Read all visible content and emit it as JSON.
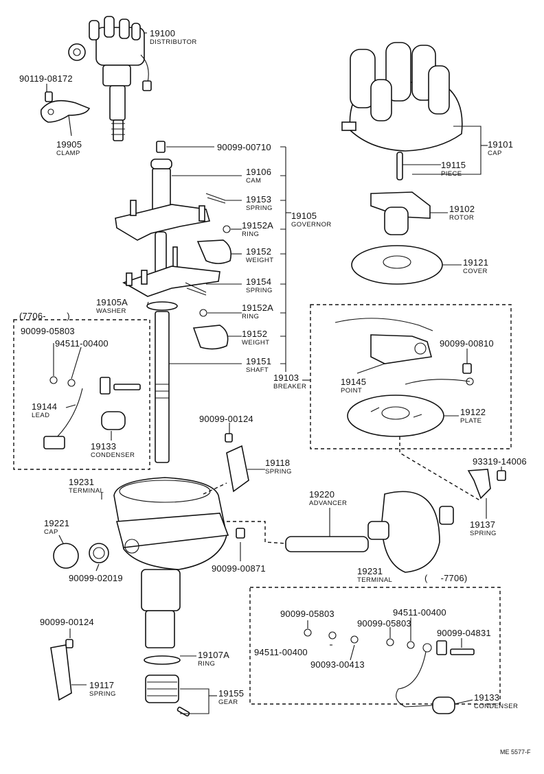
{
  "labels": [
    {
      "id": "l19100",
      "pn": "19100",
      "nm": "DISTRIBUTOR"
    },
    {
      "id": "l90119",
      "pn": "90119-08172",
      "nm": ""
    },
    {
      "id": "l19905",
      "pn": "19905",
      "nm": "CLAMP"
    },
    {
      "id": "l00710",
      "pn": "90099-00710",
      "nm": ""
    },
    {
      "id": "l19106",
      "pn": "19106",
      "nm": "CAM"
    },
    {
      "id": "l19153",
      "pn": "19153",
      "nm": "SPRING"
    },
    {
      "id": "l19105",
      "pn": "19105",
      "nm": "GOVERNOR"
    },
    {
      "id": "l19152a1",
      "pn": "19152A",
      "nm": "RING"
    },
    {
      "id": "l19152w1",
      "pn": "19152",
      "nm": "WEIGHT"
    },
    {
      "id": "l19154",
      "pn": "19154",
      "nm": "SPRING"
    },
    {
      "id": "l19105a",
      "pn": "19105A",
      "nm": "WASHER"
    },
    {
      "id": "l19152a2",
      "pn": "19152A",
      "nm": "RING"
    },
    {
      "id": "l19152w2",
      "pn": "19152",
      "nm": "WEIGHT"
    },
    {
      "id": "l19151",
      "pn": "19151",
      "nm": "SHAFT"
    },
    {
      "id": "l19103",
      "pn": "19103",
      "nm": "BREAKER"
    },
    {
      "id": "l19101",
      "pn": "19101",
      "nm": "CAP"
    },
    {
      "id": "l19115",
      "pn": "19115",
      "nm": "PIECE"
    },
    {
      "id": "l19102",
      "pn": "19102",
      "nm": "ROTOR"
    },
    {
      "id": "l19121",
      "pn": "19121",
      "nm": "COVER"
    },
    {
      "id": "l00810",
      "pn": "90099-00810",
      "nm": ""
    },
    {
      "id": "l19145",
      "pn": "19145",
      "nm": "POINT"
    },
    {
      "id": "l19122",
      "pn": "19122",
      "nm": "PLATE"
    },
    {
      "id": "l14006",
      "pn": "93319-14006",
      "nm": ""
    },
    {
      "id": "l19137",
      "pn": "19137",
      "nm": "SPRING"
    },
    {
      "id": "l7706a",
      "pn": "(7706-        )",
      "nm": ""
    },
    {
      "id": "l05803a",
      "pn": "90099-05803",
      "nm": ""
    },
    {
      "id": "l00400a",
      "pn": "94511-00400",
      "nm": ""
    },
    {
      "id": "l19144",
      "pn": "19144",
      "nm": "LEAD"
    },
    {
      "id": "l19133a",
      "pn": "19133",
      "nm": "CONDENSER"
    },
    {
      "id": "l00124a",
      "pn": "90099-00124",
      "nm": ""
    },
    {
      "id": "l19118",
      "pn": "19118",
      "nm": "SPRING"
    },
    {
      "id": "l19231a",
      "pn": "19231",
      "nm": "TERMINAL"
    },
    {
      "id": "l19220",
      "pn": "19220",
      "nm": "ADVANCER"
    },
    {
      "id": "l19221",
      "pn": "19221",
      "nm": "CAP"
    },
    {
      "id": "l00871",
      "pn": "90099-00871",
      "nm": ""
    },
    {
      "id": "l02019",
      "pn": "90099-02019",
      "nm": ""
    },
    {
      "id": "l19231b",
      "pn": "19231",
      "nm": "TERMINAL"
    },
    {
      "id": "l7706b",
      "pn": "(     -7706)",
      "nm": ""
    },
    {
      "id": "l00124b",
      "pn": "90099-00124",
      "nm": ""
    },
    {
      "id": "l19107a",
      "pn": "19107A",
      "nm": "RING"
    },
    {
      "id": "l19117",
      "pn": "19117",
      "nm": "SPRING"
    },
    {
      "id": "l19155",
      "pn": "19155",
      "nm": "GEAR"
    },
    {
      "id": "l05803b",
      "pn": "90099-05803",
      "nm": ""
    },
    {
      "id": "l00400b",
      "pn": "94511-00400",
      "nm": ""
    },
    {
      "id": "l05803c",
      "pn": "90099-05803",
      "nm": ""
    },
    {
      "id": "l04831",
      "pn": "90099-04831",
      "nm": ""
    },
    {
      "id": "l00400c",
      "pn": "94511-00400",
      "nm": ""
    },
    {
      "id": "l00413",
      "pn": "90093-00413",
      "nm": ""
    },
    {
      "id": "l19133b",
      "pn": "19133",
      "nm": "CONDENSER"
    }
  ],
  "footer_code": "ME 5577-F"
}
